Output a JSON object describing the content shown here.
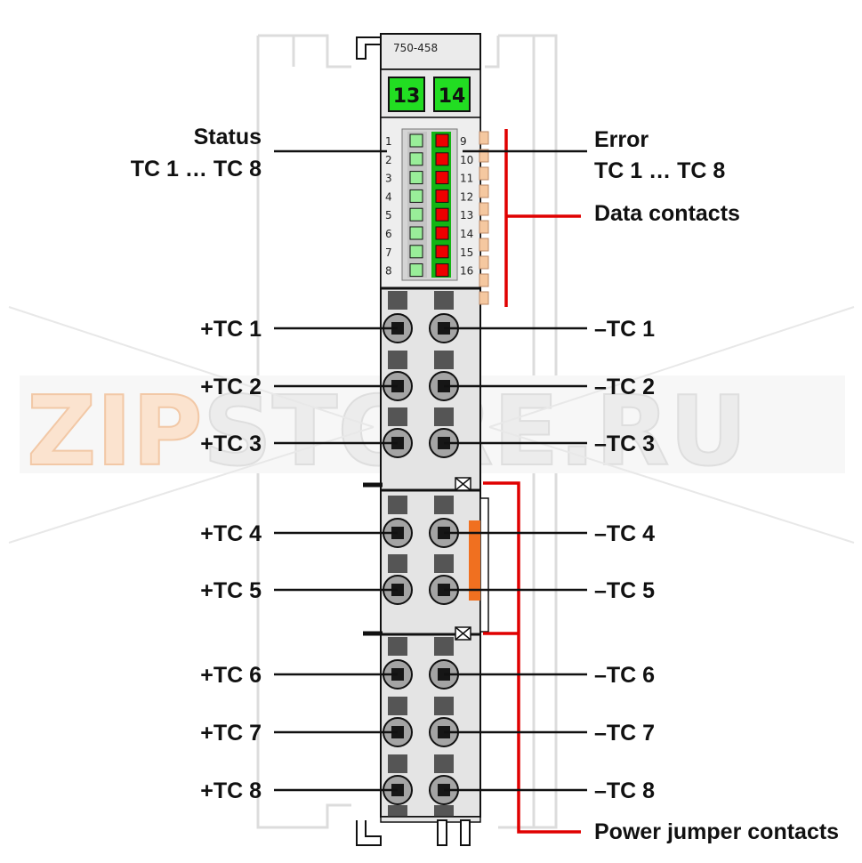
{
  "module": {
    "part_number": "750-458",
    "channels": [
      "13",
      "14"
    ],
    "led_numbers_left": [
      "1",
      "2",
      "3",
      "4",
      "5",
      "6",
      "7",
      "8"
    ],
    "led_numbers_right": [
      "9",
      "10",
      "11",
      "12",
      "13",
      "14",
      "15",
      "16"
    ]
  },
  "labels": {
    "status_line1": "Status",
    "status_line2": "TC 1 … TC 8",
    "error_line1": "Error",
    "error_line2": "TC 1 … TC 8",
    "data_contacts": "Data contacts",
    "power_jumper_contacts": "Power jumper contacts"
  },
  "terminals_left": [
    "+TC 1",
    "+TC 2",
    "+TC 3",
    "+TC 4",
    "+TC 5",
    "+TC 6",
    "+TC 7",
    "+TC 8"
  ],
  "terminals_right": [
    "–TC 1",
    "–TC 2",
    "–TC 3",
    "–TC 4",
    "–TC 5",
    "–TC 6",
    "–TC 7",
    "–TC 8"
  ],
  "watermark": {
    "part1": "ZIP",
    "part2": "STORE.RU"
  },
  "colors": {
    "module_body": "#e4e4e4",
    "channel_green": "#22dd22",
    "status_led": "#99ee99",
    "error_led": "#ee0000",
    "bracket_red": "#e00000",
    "contact_orange": "#f5c8a0",
    "power_jumper_orange": "#f07020"
  }
}
